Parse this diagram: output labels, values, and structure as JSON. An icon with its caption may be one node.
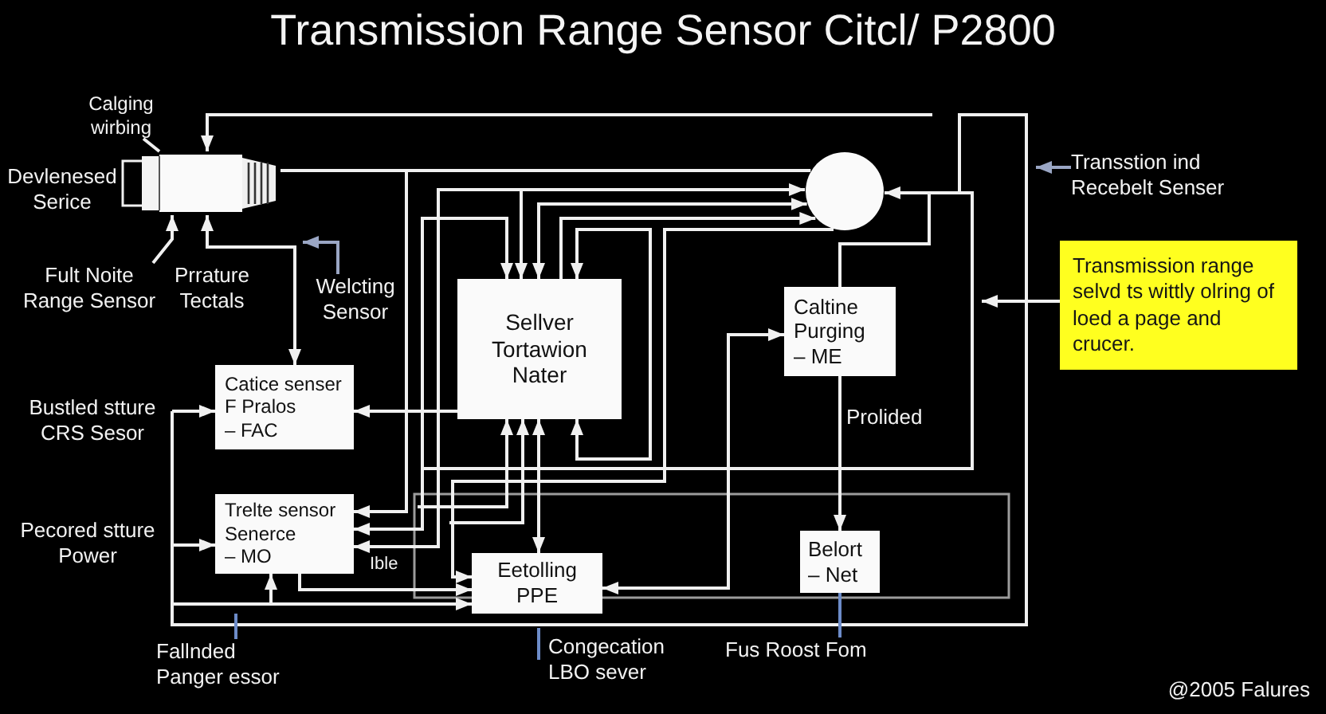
{
  "diagram": {
    "title": "Transmission Range Sensor Citcl/ P2800",
    "nodes": [
      {
        "text": [
          "Calging wirbing"
        ]
      },
      {
        "text": [],
        "shape": "picture"
      },
      {
        "text": [],
        "shape": "circle"
      },
      {
        "text": [
          "Transstion ind Recebelt Senser"
        ]
      },
      {
        "text": [
          "Fult Noite Range Sensor"
        ]
      },
      {
        "text": [
          "Welcting Sensor"
        ]
      },
      {
        "text": [
          "Transmission range selvd ts wittly olring of loed a page and crucer."
        ]
      },
      {
        "text": [
          "Sellver Tortawion Nater"
        ]
      },
      {
        "text": [
          "Caltine Purging",
          "– ME"
        ]
      },
      {
        "text": [
          "Catice senser F Pralos",
          "– FAC"
        ]
      },
      {
        "text": [
          "Trelte sensor Senerce",
          "– MO"
        ]
      },
      {
        "text": [
          "Eetolling PPE"
        ]
      },
      {
        "text": [
          "Belort",
          "– Net"
        ]
      },
      {
        "text": [
          "Fallnded Panger essor"
        ]
      },
      {
        "text": [
          "Congecation LBO sever"
        ]
      },
      {
        "text": [
          "Fus Roost Fom"
        ]
      }
    ],
    "edges": [
      {
        "from": 0,
        "to": 1,
        "arrow": "none"
      },
      {
        "from": 4,
        "to": 1,
        "arrow": "to"
      },
      {
        "from": null,
        "to": 1,
        "arrow": "to"
      },
      {
        "from": 9,
        "to": 1,
        "arrow": "both"
      },
      {
        "from": 1,
        "to": 2,
        "arrow": "none"
      },
      {
        "from": 1,
        "to": 10,
        "arrow": "to"
      },
      {
        "from": 10,
        "to": 7,
        "arrow": "both"
      },
      {
        "from": 2,
        "to": 10,
        "arrow": "both"
      },
      {
        "from": 2,
        "to": 7,
        "arrow": "to"
      },
      {
        "from": 7,
        "to": 2,
        "arrow": "both"
      },
      {
        "from": 7,
        "to": 2,
        "arrow": "to"
      },
      {
        "from": 7,
        "to": 7,
        "arrow": "both"
      },
      {
        "from": 2,
        "to": 11,
        "arrow": "to"
      },
      {
        "from": 10,
        "to": 11,
        "arrow": "to"
      },
      {
        "from": null,
        "to": 11,
        "arrow": "to"
      },
      {
        "from": null,
        "to": 10,
        "arrow": "to"
      },
      {
        "from": null,
        "to": 9,
        "arrow": "to"
      },
      {
        "from": null,
        "to": 10,
        "arrow": "to"
      },
      {
        "from": 7,
        "to": 9,
        "arrow": "to"
      },
      {
        "from": 7,
        "to": 11,
        "arrow": "both"
      },
      {
        "from": null,
        "to": 7,
        "arrow": "to"
      },
      {
        "from": null,
        "to": 7,
        "arrow": "to"
      },
      {
        "from": 8,
        "to": 11,
        "arrow": "both"
      },
      {
        "from": 8,
        "to": 12,
        "arrow": "to"
      },
      {
        "from": 8,
        "to": 2,
        "arrow": "to"
      },
      {
        "from": 5,
        "to": null,
        "arrow": "to",
        "color": "#9aa6c4"
      },
      {
        "from": 3,
        "to": null,
        "arrow": "to",
        "color": "#9aa6c4"
      },
      {
        "from": 6,
        "to": null,
        "arrow": "to"
      },
      {
        "from": 13,
        "to": null,
        "arrow": "none",
        "color": "#6d8cc9"
      },
      {
        "from": 14,
        "to": null,
        "arrow": "none",
        "color": "#6d8cc9"
      },
      {
        "from": 15,
        "to": 12,
        "arrow": "none",
        "color": "#6d8cc9"
      }
    ],
    "labels": [
      "Devlenesed Serice",
      "Prrature Tectals",
      "Bustled stture CRS Sesor",
      "Prolided",
      "Pecored stture Power",
      "Ible",
      "@2005 Falures"
    ]
  }
}
